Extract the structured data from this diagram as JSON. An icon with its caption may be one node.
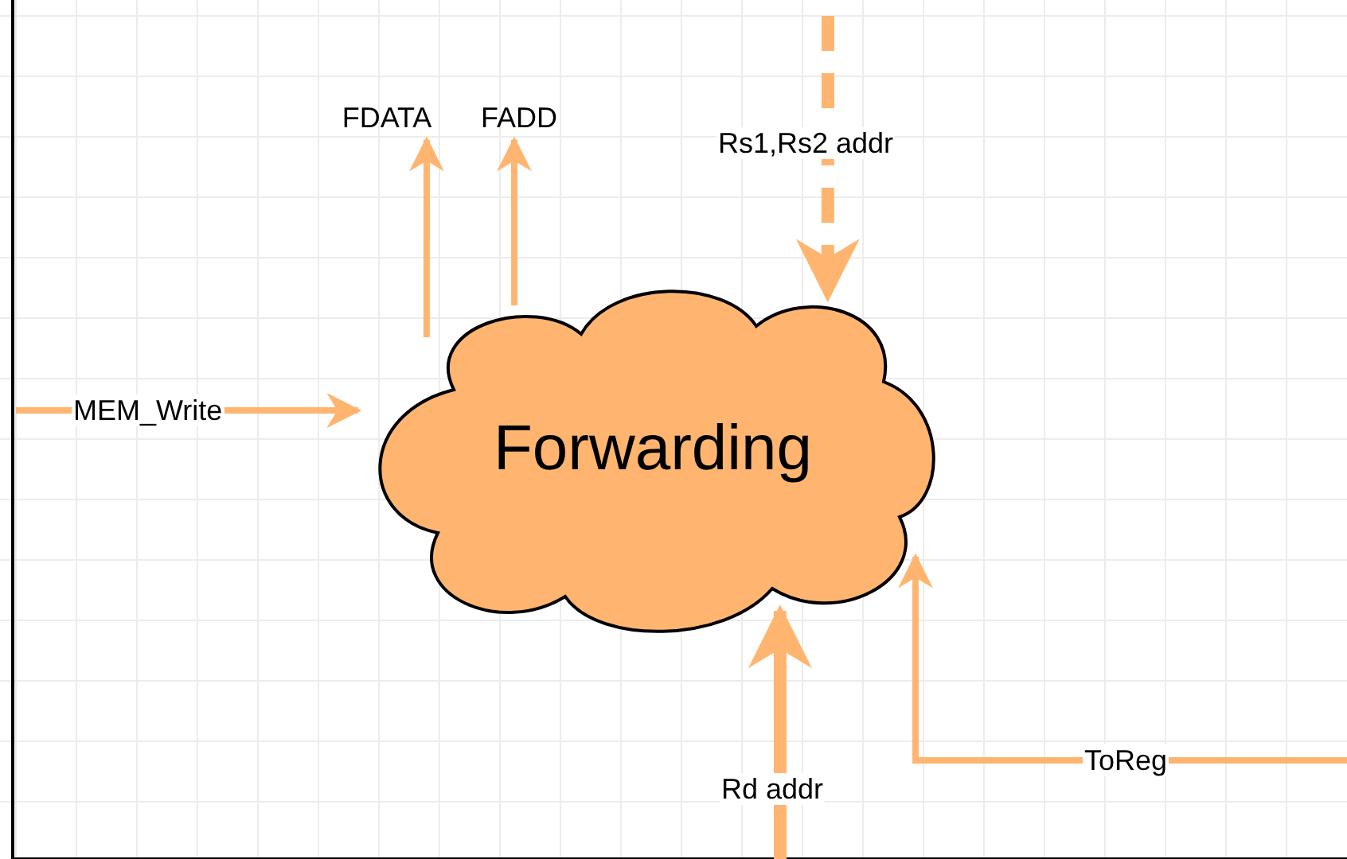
{
  "diagram": {
    "nodes": [
      {
        "text": [
          "Forwarding"
        ]
      },
      {
        "text": [
          "FDATA"
        ]
      },
      {
        "text": [
          "FADD"
        ]
      }
    ],
    "edges": [
      {
        "from": null,
        "to": 0,
        "arrow": "to",
        "label": "MEM_Write"
      },
      {
        "from": 0,
        "to": 1,
        "arrow": "to"
      },
      {
        "from": 0,
        "to": 2,
        "arrow": "to"
      },
      {
        "from": null,
        "to": 0,
        "arrow": "to",
        "label": "Rs1,Rs2 addr",
        "style": "dashed"
      },
      {
        "from": null,
        "to": 0,
        "arrow": "to",
        "label": "Rd addr",
        "style": "thick"
      },
      {
        "from": null,
        "to": 0,
        "arrow": "to",
        "label": "ToReg"
      }
    ]
  }
}
